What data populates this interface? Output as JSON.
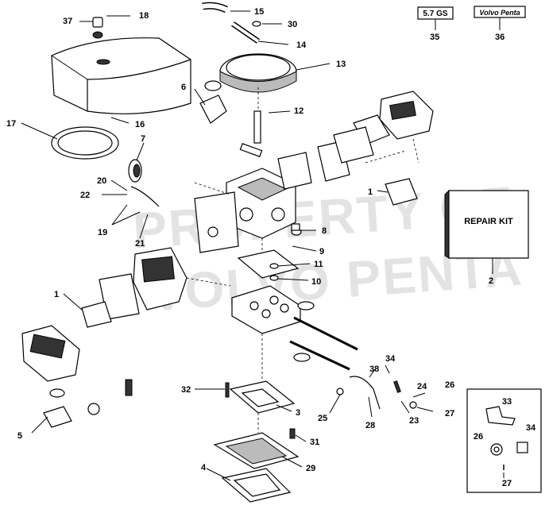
{
  "watermark": {
    "line1": "PROPERTY OF",
    "line2": "VOLVO PENTA"
  },
  "badges": {
    "engine_code": "5.7 GS",
    "brand": "Volvo Penta"
  },
  "repair_kit": {
    "label": "REPAIR KIT"
  },
  "callouts": {
    "c1a": "1",
    "c1b": "1",
    "c2": "2",
    "c3": "3",
    "c4": "4",
    "c5": "5",
    "c6": "6",
    "c7": "7",
    "c8": "8",
    "c9": "9",
    "c10": "10",
    "c11": "11",
    "c12": "12",
    "c13": "13",
    "c14": "14",
    "c15": "15",
    "c16": "16",
    "c17": "17",
    "c18": "18",
    "c19": "19",
    "c20": "20",
    "c21": "21",
    "c22": "22",
    "c23": "23",
    "c24": "24",
    "c25": "25",
    "c26": "26",
    "c27": "27",
    "c28": "28",
    "c29": "29",
    "c30": "30",
    "c31": "31",
    "c32": "32",
    "c33": "33",
    "c34": "34",
    "c35": "35",
    "c36": "36",
    "c37": "37",
    "c38": "38"
  },
  "inset": {
    "c33": "33",
    "c34": "34",
    "c26": "26",
    "c27": "27"
  }
}
